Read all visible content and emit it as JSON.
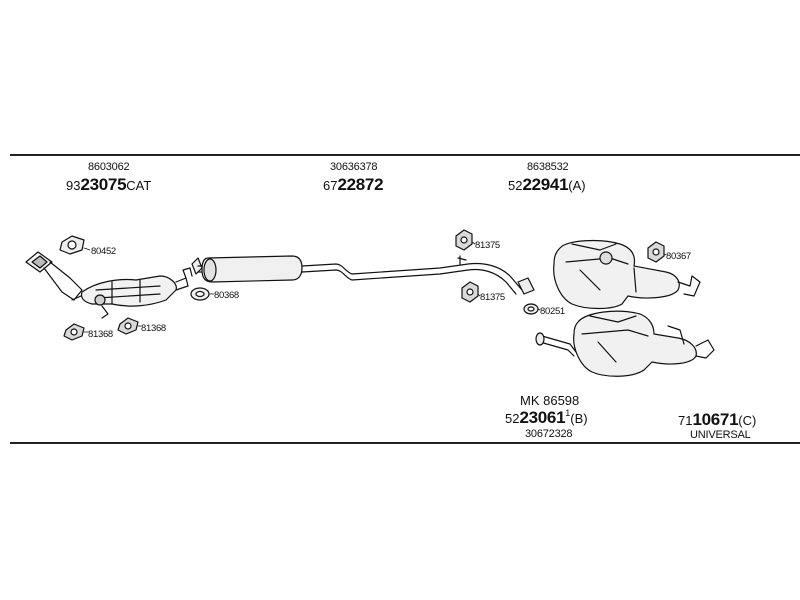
{
  "top_parts": [
    {
      "oem": "8603062",
      "prefix": "93",
      "number": "23075",
      "suffix": "CAT"
    },
    {
      "oem": "30636378",
      "prefix": "67",
      "number": "22872",
      "suffix": ""
    },
    {
      "oem": "8638532",
      "prefix": "52",
      "number": "22941",
      "suffix": "(A)"
    }
  ],
  "bottom_parts": [
    {
      "kit": "MK 86598",
      "prefix": "52",
      "number": "23061",
      "mark": "1",
      "suffix": "(B)",
      "oem": "30672328"
    },
    {
      "prefix": "71",
      "number": "10671",
      "suffix": "(C)",
      "note": "UNIVERSAL"
    }
  ],
  "small_parts": {
    "gasket_front": "80452",
    "gasket_mid": "80368",
    "hanger_left_1": "81368",
    "hanger_left_2": "81368",
    "hanger_top": "81375",
    "hanger_bottom": "81375",
    "hanger_rear": "80367",
    "clamp_rear": "80251"
  }
}
